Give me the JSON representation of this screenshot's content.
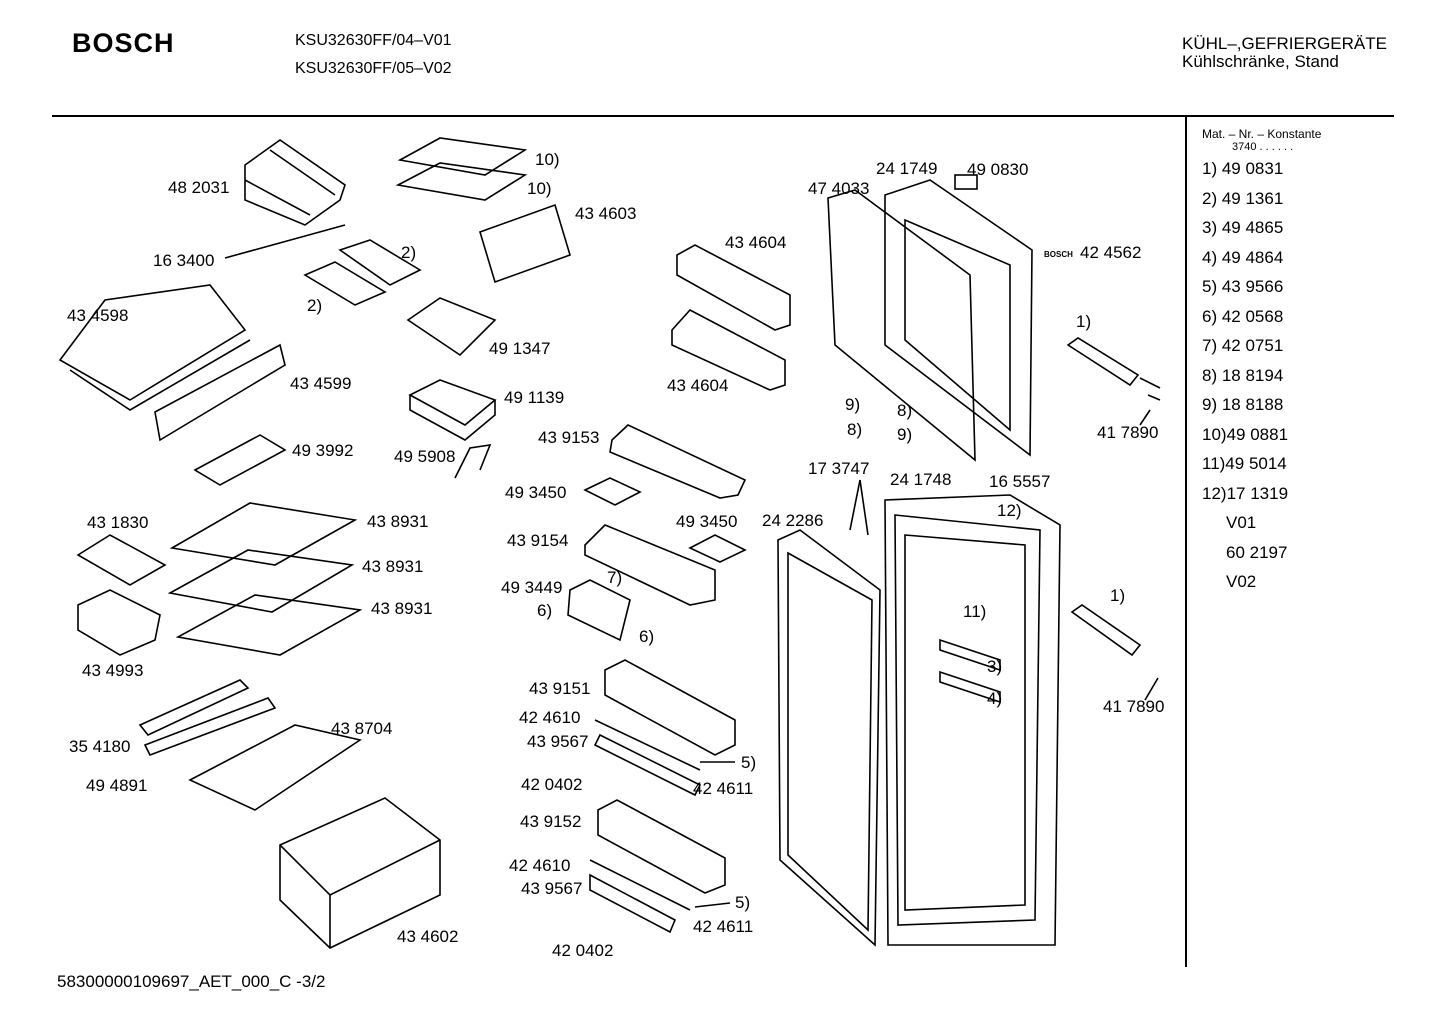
{
  "header": {
    "brand": "BOSCH",
    "models": [
      "KSU32630FF/04–V01",
      "KSU32630FF/05–V02"
    ],
    "category": "KÜHL–,GEFRIERGERÄTE",
    "subcategory": "Kühlschränke, Stand"
  },
  "legend": {
    "heading": "Mat. – Nr. – Konstante",
    "constant": "3740  .  .    .  .  .  .",
    "items": [
      "1) 49 0831",
      "2) 49 1361",
      "3) 49 4865",
      "4) 49 4864",
      "5) 43 9566",
      "6) 42 0568",
      "7) 42 0751",
      "8) 18 8194",
      "9) 18 8188",
      "10)49 0881",
      "11)49 5014",
      "12)17 1319"
    ],
    "variants": [
      "V01",
      "60 2197",
      "V02"
    ]
  },
  "door_logo": "BOSCH",
  "callouts": [
    "48 2031",
    "10)",
    "10)",
    "43 4603",
    "16 3400",
    "2)",
    "2)",
    "43 4598",
    "49 1347",
    "43 4599",
    "49 1139",
    "49 3992",
    "49 5908",
    "43 4604",
    "43 4604",
    "24 1749",
    "49 0830",
    "47 4033",
    "42 4562",
    "1)",
    "41 7890",
    "9)",
    "8)",
    "8)",
    "9)",
    "43 9153",
    "17 3747",
    "24 1748",
    "16 5557",
    "12)",
    "49 3450",
    "49 3450",
    "43 1830",
    "43 8931",
    "43 8931",
    "43 8931",
    "24 2286",
    "43 9154",
    "49 3449",
    "7)",
    "6)",
    "6)",
    "11)",
    "1)",
    "3)",
    "4)",
    "41 7890",
    "43 4993",
    "43 9151",
    "42 4610",
    "43 9567",
    "5)",
    "42 0402",
    "42 4611",
    "43 8704",
    "35 4180",
    "49 4891",
    "43 9152",
    "42 4610",
    "43 9567",
    "5)",
    "42 4611",
    "42 0402",
    "43 4602"
  ],
  "footer": "58300000109697_AET_000_C -3/2"
}
